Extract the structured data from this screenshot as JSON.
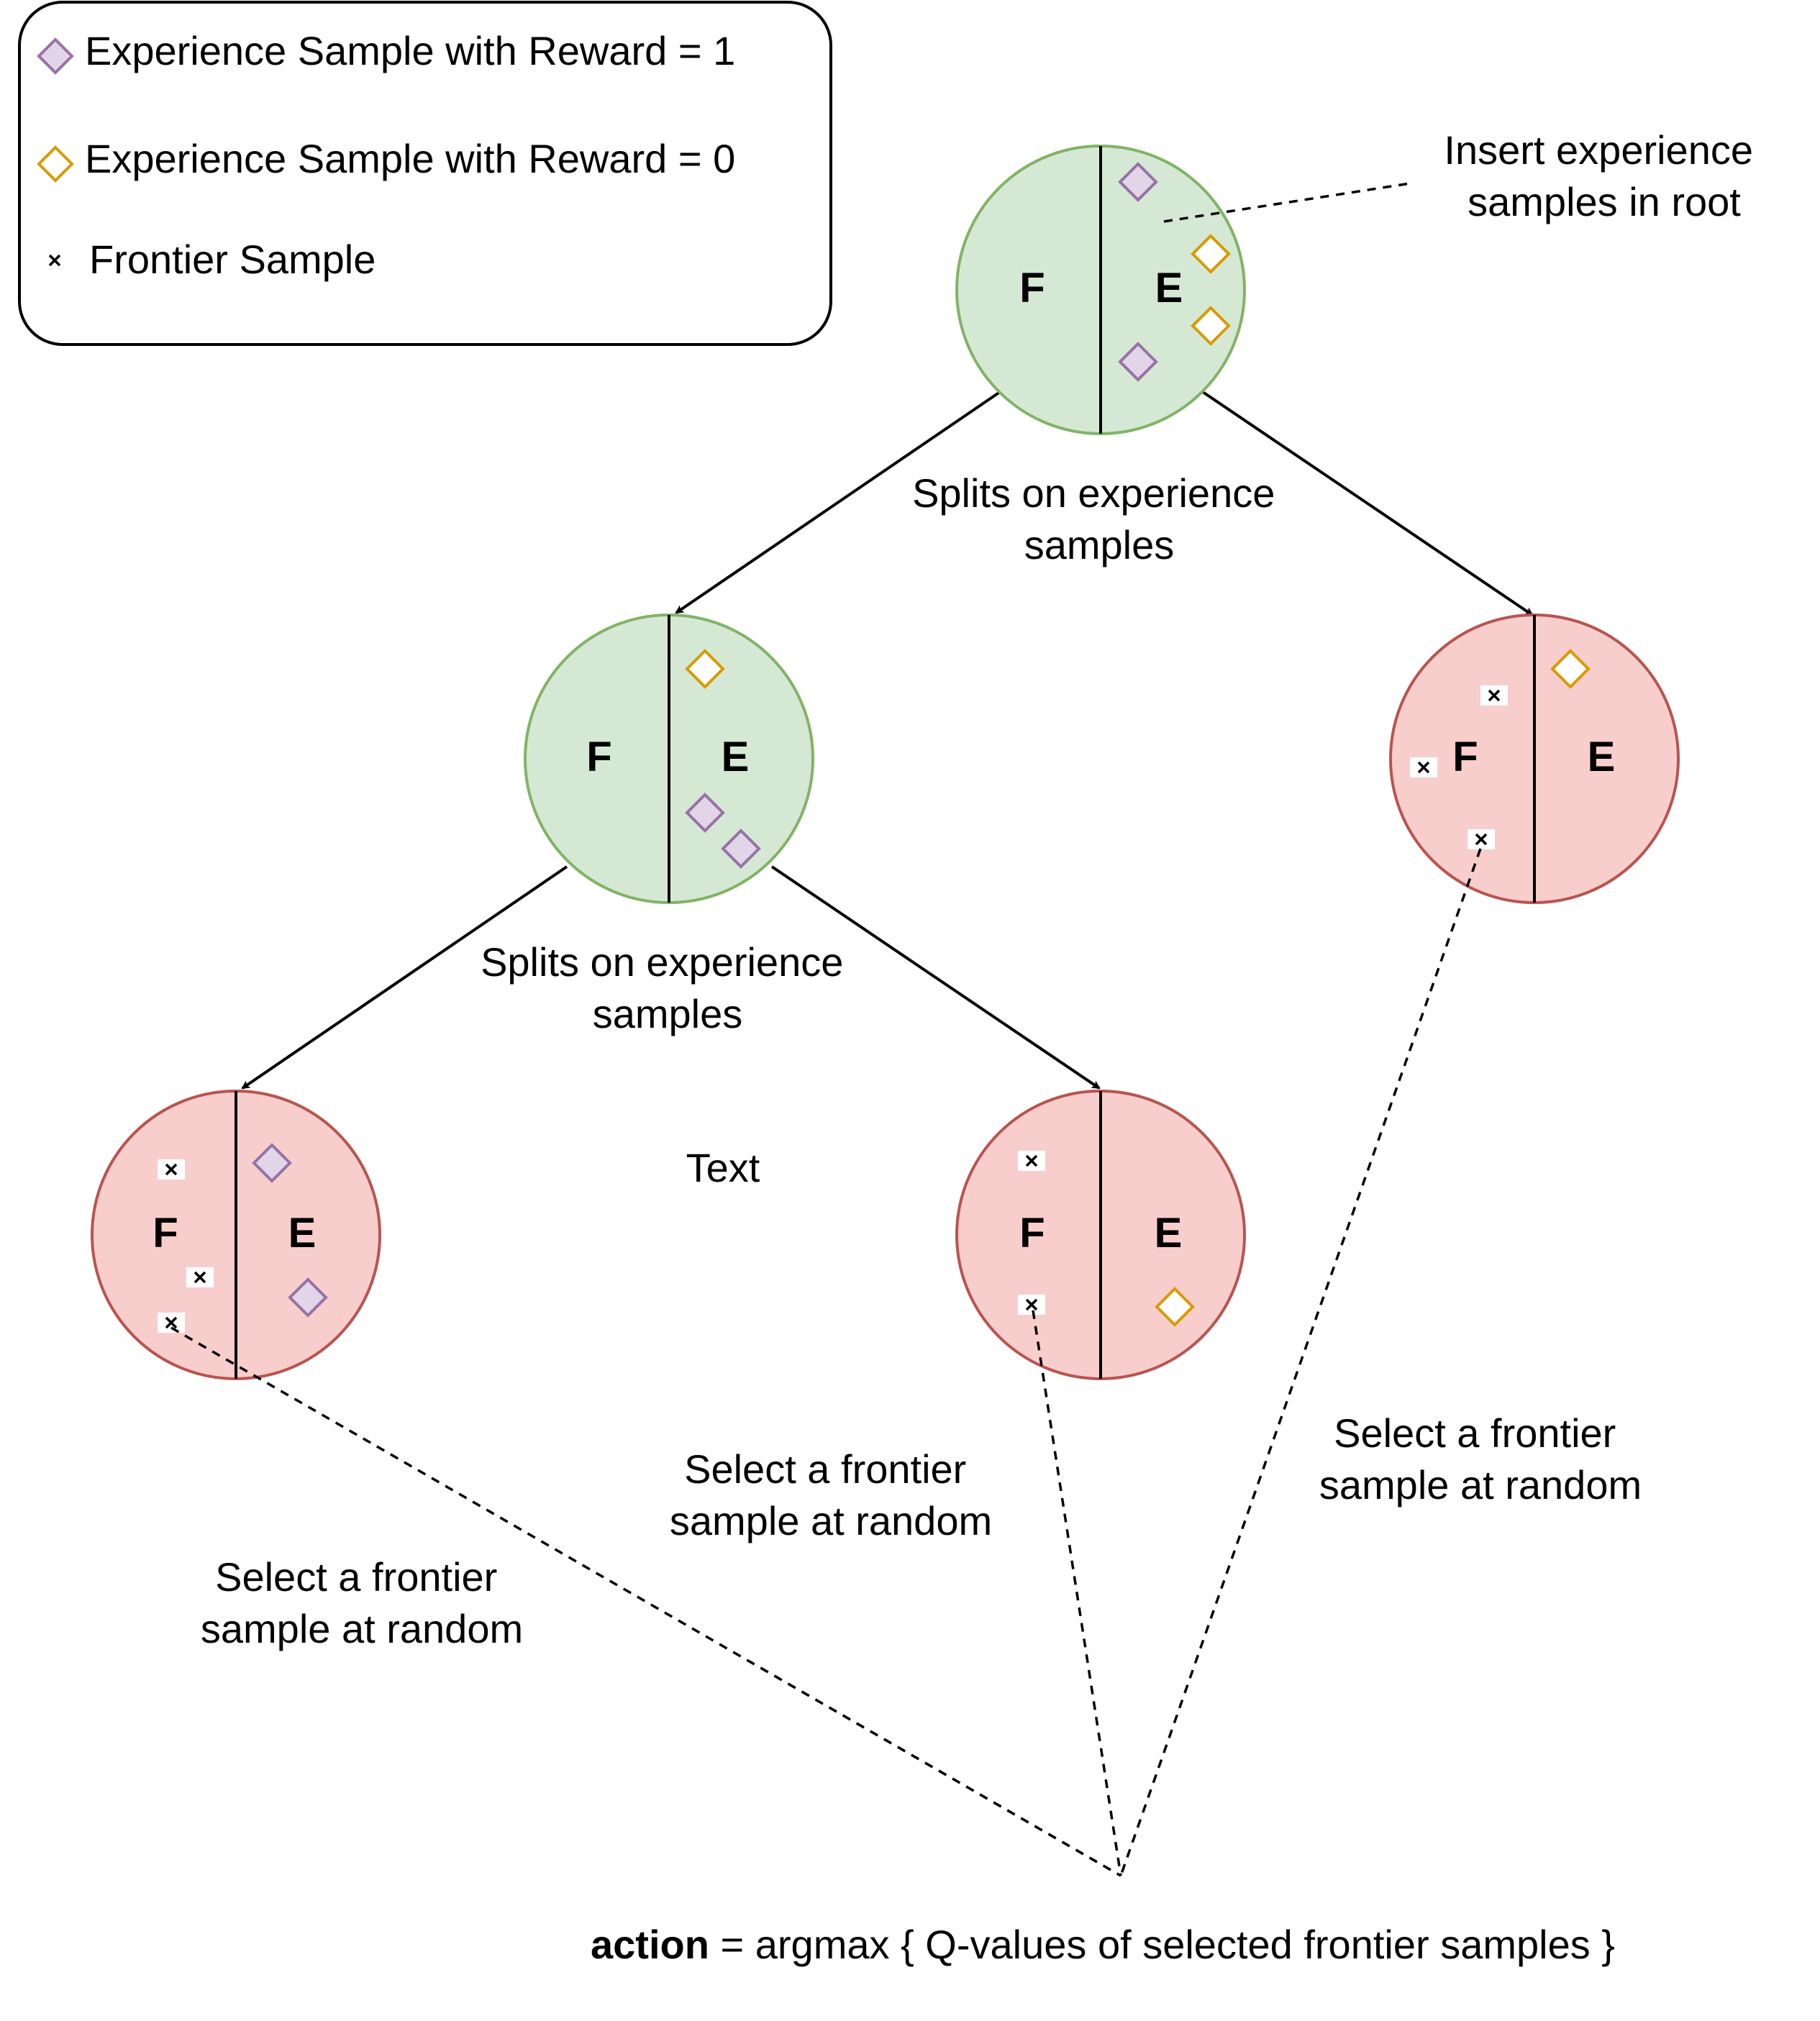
{
  "legend": {
    "reward1_label": "Experience Sample with Reward = 1",
    "reward0_label": "Experience Sample with Reward = 0",
    "frontier_label": "Frontier Sample"
  },
  "nodes": {
    "f_label": "F",
    "e_label": "E"
  },
  "labels": {
    "insert_line1": "Insert experience",
    "insert_line2": "samples in root",
    "split_line1": "Splits on experience",
    "split_line2": "samples",
    "stray_text": "Text",
    "select_line1": "Select a frontier",
    "select_line2": "sample at random"
  },
  "formula": {
    "bold": "action",
    "rest": " = argmax { Q-values of selected frontier samples }"
  },
  "colors": {
    "green_fill": "#d5e8d4",
    "green_stroke": "#82b366",
    "red_fill": "#f8cecc",
    "red_stroke": "#b85450",
    "reward1": "#9673a6",
    "reward0": "#d79b00"
  }
}
